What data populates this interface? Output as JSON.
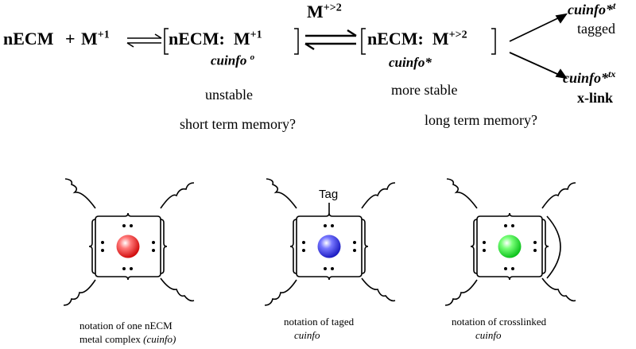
{
  "reaction": {
    "reactant1": "nECM",
    "plus": "+",
    "metal1": "M",
    "metal1_charge": "+1",
    "complex1_ligand": "nECM:",
    "complex1_metal": "M",
    "complex1_charge": "+1",
    "complex1_name": "cuinfo",
    "complex1_name_sup": "o",
    "complex1_state": "unstable",
    "complex1_memory": "short term memory?",
    "arrow2_metal": "M",
    "arrow2_charge": "+>2",
    "complex2_ligand": "nECM:",
    "complex2_metal": "M",
    "complex2_charge": "+>2",
    "complex2_name": "cuinfo*",
    "complex2_state": "more stable",
    "complex2_memory": "long term memory?",
    "product1_name": "cuinfo*",
    "product1_sup": "t",
    "product1_label": "tagged",
    "product2_name": "cuinfo*",
    "product2_sup": "tx",
    "product2_label": "x-link"
  },
  "notations": [
    {
      "key": "plain",
      "color": "#ee1111",
      "caption_line1": "notation of one nECM",
      "caption_line2_a": "metal complex ",
      "caption_line2_b": "(cuinfo)"
    },
    {
      "key": "tagged",
      "color": "#2222ee",
      "tag_label": "Tag",
      "caption_line1": "notation of taged",
      "caption_line2_b": "cuinfo"
    },
    {
      "key": "crosslinked",
      "color": "#11dd22",
      "caption_line1": "notation of crosslinked",
      "caption_line2_b": "cuinfo"
    }
  ]
}
